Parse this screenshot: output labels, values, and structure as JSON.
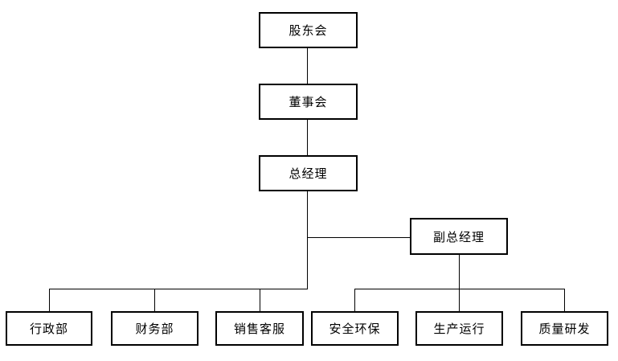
{
  "org_chart": {
    "nodes": {
      "shareholders": {
        "label": "股东会"
      },
      "board": {
        "label": "董事会"
      },
      "general_manager": {
        "label": "总经理"
      },
      "deputy_general_manager": {
        "label": "副总经理"
      },
      "admin_dept": {
        "label": "行政部"
      },
      "finance_dept": {
        "label": "财务部"
      },
      "sales_service_dept": {
        "label": "销售客服"
      },
      "safety_env_dept": {
        "label": "安全环保"
      },
      "production_ops_dept": {
        "label": "生产运行"
      },
      "quality_rd_dept": {
        "label": "质量研发"
      }
    },
    "edges": [
      {
        "from": "shareholders",
        "to": "board"
      },
      {
        "from": "board",
        "to": "general_manager"
      },
      {
        "from": "general_manager",
        "to": "deputy_general_manager"
      },
      {
        "from": "general_manager",
        "to": "admin_dept"
      },
      {
        "from": "general_manager",
        "to": "finance_dept"
      },
      {
        "from": "general_manager",
        "to": "sales_service_dept"
      },
      {
        "from": "deputy_general_manager",
        "to": "safety_env_dept"
      },
      {
        "from": "deputy_general_manager",
        "to": "production_ops_dept"
      },
      {
        "from": "deputy_general_manager",
        "to": "quality_rd_dept"
      }
    ],
    "colors": {
      "box_border": "#000000",
      "box_fill": "#ffffff",
      "line": "#000000",
      "text": "#000000",
      "background": "#ffffff"
    }
  }
}
